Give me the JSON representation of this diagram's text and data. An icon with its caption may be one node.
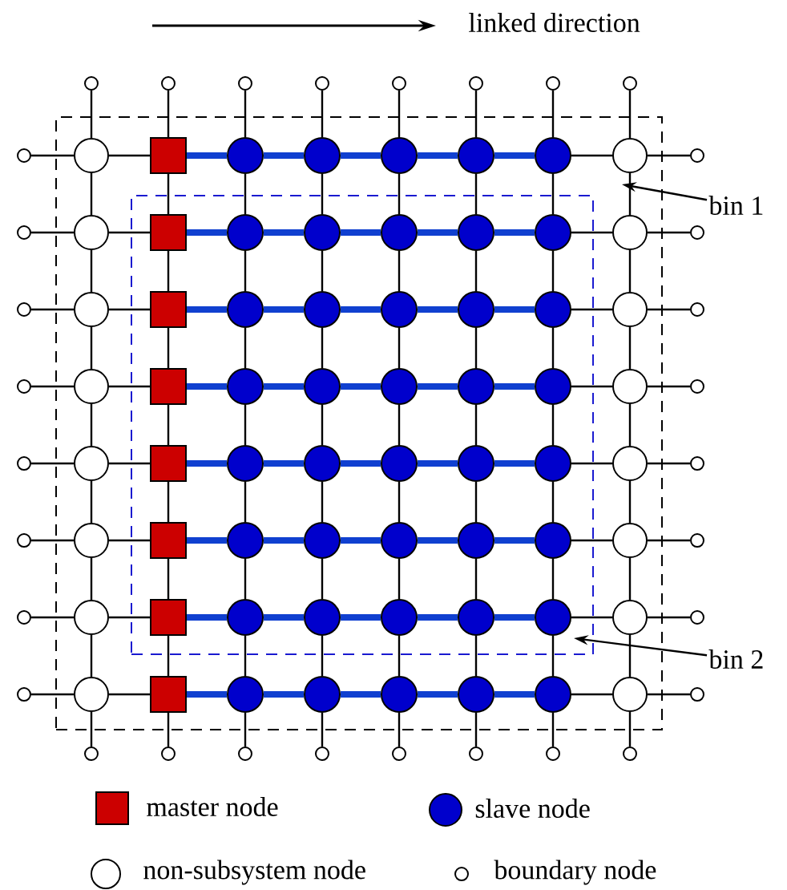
{
  "diagram": {
    "nodes": [
      {
        "text": [],
        "shape": "box"
      },
      {
        "text": [],
        "shape": "box",
        "in": 0
      },
      {
        "text": [],
        "shape": "circle",
        "in": 0
      },
      {
        "text": [],
        "shape": "box",
        "in": 0
      },
      {
        "text": [],
        "shape": "circle",
        "in": 0
      },
      {
        "text": [],
        "shape": "circle",
        "in": 0
      },
      {
        "text": [],
        "shape": "circle",
        "in": 0
      },
      {
        "text": [],
        "shape": "circle",
        "in": 0
      },
      {
        "text": [],
        "shape": "circle",
        "in": 0
      },
      {
        "text": [],
        "shape": "circle",
        "in": 0
      },
      {
        "text": [],
        "shape": "circle",
        "in": 0
      },
      {
        "text": [],
        "shape": "box",
        "in": 1
      },
      {
        "text": [],
        "shape": "circle",
        "in": 1
      },
      {
        "text": [],
        "shape": "circle",
        "in": 1
      },
      {
        "text": [],
        "shape": "circle",
        "in": 1
      },
      {
        "text": [],
        "shape": "circle",
        "in": 1
      },
      {
        "text": [],
        "shape": "circle",
        "in": 1
      },
      {
        "text": [],
        "shape": "circle",
        "in": 0
      },
      {
        "text": [],
        "shape": "circle",
        "in": 0
      },
      {
        "text": [],
        "shape": "box",
        "in": 1
      },
      {
        "text": [],
        "shape": "circle",
        "in": 1
      },
      {
        "text": [],
        "shape": "circle",
        "in": 1
      },
      {
        "text": [],
        "shape": "circle",
        "in": 1
      },
      {
        "text": [],
        "shape": "circle",
        "in": 1
      },
      {
        "text": [],
        "shape": "circle",
        "in": 1
      },
      {
        "text": [],
        "shape": "circle",
        "in": 0
      },
      {
        "text": [],
        "shape": "circle",
        "in": 0
      },
      {
        "text": [],
        "shape": "box",
        "in": 1
      },
      {
        "text": [],
        "shape": "circle",
        "in": 1
      },
      {
        "text": [],
        "shape": "circle",
        "in": 1
      },
      {
        "text": [],
        "shape": "circle",
        "in": 1
      },
      {
        "text": [],
        "shape": "circle",
        "in": 1
      },
      {
        "text": [],
        "shape": "circle",
        "in": 1
      },
      {
        "text": [],
        "shape": "circle",
        "in": 0
      },
      {
        "text": [],
        "shape": "circle",
        "in": 0
      },
      {
        "text": [],
        "shape": "box",
        "in": 1
      },
      {
        "text": [],
        "shape": "circle",
        "in": 1
      },
      {
        "text": [],
        "shape": "circle",
        "in": 1
      },
      {
        "text": [],
        "shape": "circle",
        "in": 1
      },
      {
        "text": [],
        "shape": "circle",
        "in": 1
      },
      {
        "text": [],
        "shape": "circle",
        "in": 1
      },
      {
        "text": [],
        "shape": "circle",
        "in": 0
      },
      {
        "text": [],
        "shape": "circle",
        "in": 0
      },
      {
        "text": [],
        "shape": "box",
        "in": 1
      },
      {
        "text": [],
        "shape": "circle",
        "in": 1
      },
      {
        "text": [],
        "shape": "circle",
        "in": 1
      },
      {
        "text": [],
        "shape": "circle",
        "in": 1
      },
      {
        "text": [],
        "shape": "circle",
        "in": 1
      },
      {
        "text": [],
        "shape": "circle",
        "in": 1
      },
      {
        "text": [],
        "shape": "circle",
        "in": 0
      },
      {
        "text": [],
        "shape": "circle",
        "in": 0
      },
      {
        "text": [],
        "shape": "box",
        "in": 1
      },
      {
        "text": [],
        "shape": "circle",
        "in": 1
      },
      {
        "text": [],
        "shape": "circle",
        "in": 1
      },
      {
        "text": [],
        "shape": "circle",
        "in": 1
      },
      {
        "text": [],
        "shape": "circle",
        "in": 1
      },
      {
        "text": [],
        "shape": "circle",
        "in": 1
      },
      {
        "text": [],
        "shape": "circle",
        "in": 0
      },
      {
        "text": [],
        "shape": "circle",
        "in": 0
      },
      {
        "text": [],
        "shape": "box",
        "in": 0
      },
      {
        "text": [],
        "shape": "circle",
        "in": 0
      },
      {
        "text": [],
        "shape": "circle",
        "in": 0
      },
      {
        "text": [],
        "shape": "circle",
        "in": 0
      },
      {
        "text": [],
        "shape": "circle",
        "in": 0
      },
      {
        "text": [],
        "shape": "circle",
        "in": 0
      },
      {
        "text": [],
        "shape": "circle",
        "in": 0
      },
      {
        "text": [],
        "shape": "circle"
      },
      {
        "text": [],
        "shape": "circle"
      },
      {
        "text": [],
        "shape": "circle"
      },
      {
        "text": [],
        "shape": "circle"
      },
      {
        "text": [],
        "shape": "circle"
      },
      {
        "text": [],
        "shape": "circle"
      },
      {
        "text": [],
        "shape": "circle"
      },
      {
        "text": [],
        "shape": "circle"
      },
      {
        "text": [],
        "shape": "circle"
      },
      {
        "text": [],
        "shape": "circle"
      },
      {
        "text": [],
        "shape": "circle"
      },
      {
        "text": [],
        "shape": "circle"
      },
      {
        "text": [],
        "shape": "circle"
      },
      {
        "text": [],
        "shape": "circle"
      },
      {
        "text": [],
        "shape": "circle"
      },
      {
        "text": [],
        "shape": "circle"
      },
      {
        "text": [],
        "shape": "circle"
      },
      {
        "text": [],
        "shape": "circle"
      },
      {
        "text": [],
        "shape": "circle"
      },
      {
        "text": [],
        "shape": "circle"
      },
      {
        "text": [],
        "shape": "circle"
      },
      {
        "text": [],
        "shape": "circle"
      },
      {
        "text": [],
        "shape": "circle"
      },
      {
        "text": [],
        "shape": "circle"
      },
      {
        "text": [],
        "shape": "circle"
      },
      {
        "text": [],
        "shape": "circle"
      },
      {
        "text": [],
        "shape": "circle"
      },
      {
        "text": [],
        "shape": "circle"
      },
      {
        "text": [],
        "shape": "circle"
      },
      {
        "text": [],
        "shape": "circle"
      },
      {
        "text": [],
        "shape": "circle"
      },
      {
        "text": [],
        "shape": "circle"
      },
      {
        "text": [
          "bin 1"
        ]
      },
      {
        "text": [
          "bin 2"
        ]
      }
    ],
    "edges": [
      {
        "from": 98,
        "to": 0,
        "arrow": "to"
      },
      {
        "from": 99,
        "to": 1,
        "arrow": "to"
      },
      {
        "from": 74,
        "to": 2,
        "arrow": "none"
      },
      {
        "from": 2,
        "to": 3,
        "arrow": "none"
      },
      {
        "from": 3,
        "to": 4,
        "arrow": "none",
        "style": "thick",
        "color": "#1040d0"
      },
      {
        "from": 4,
        "to": 5,
        "arrow": "none",
        "style": "thick",
        "color": "#1040d0"
      },
      {
        "from": 5,
        "to": 6,
        "arrow": "none",
        "style": "thick",
        "color": "#1040d0"
      },
      {
        "from": 6,
        "to": 7,
        "arrow": "none",
        "style": "thick",
        "color": "#1040d0"
      },
      {
        "from": 7,
        "to": 8,
        "arrow": "none",
        "style": "thick",
        "color": "#1040d0"
      },
      {
        "from": 8,
        "to": 9,
        "arrow": "none"
      },
      {
        "from": 9,
        "to": 82,
        "arrow": "none"
      },
      {
        "from": 75,
        "to": 10,
        "arrow": "none"
      },
      {
        "from": 10,
        "to": 11,
        "arrow": "none"
      },
      {
        "from": 11,
        "to": 12,
        "arrow": "none",
        "style": "thick",
        "color": "#1040d0"
      },
      {
        "from": 12,
        "to": 13,
        "arrow": "none",
        "style": "thick",
        "color": "#1040d0"
      },
      {
        "from": 13,
        "to": 14,
        "arrow": "none",
        "style": "thick",
        "color": "#1040d0"
      },
      {
        "from": 14,
        "to": 15,
        "arrow": "none",
        "style": "thick",
        "color": "#1040d0"
      },
      {
        "from": 15,
        "to": 16,
        "arrow": "none",
        "style": "thick",
        "color": "#1040d0"
      },
      {
        "from": 16,
        "to": 17,
        "arrow": "none"
      },
      {
        "from": 17,
        "to": 83,
        "arrow": "none"
      },
      {
        "from": 76,
        "to": 18,
        "arrow": "none"
      },
      {
        "from": 18,
        "to": 19,
        "arrow": "none"
      },
      {
        "from": 19,
        "to": 20,
        "arrow": "none",
        "style": "thick",
        "color": "#1040d0"
      },
      {
        "from": 20,
        "to": 21,
        "arrow": "none",
        "style": "thick",
        "color": "#1040d0"
      },
      {
        "from": 21,
        "to": 22,
        "arrow": "none",
        "style": "thick",
        "color": "#1040d0"
      },
      {
        "from": 22,
        "to": 23,
        "arrow": "none",
        "style": "thick",
        "color": "#1040d0"
      },
      {
        "from": 23,
        "to": 24,
        "arrow": "none",
        "style": "thick",
        "color": "#1040d0"
      },
      {
        "from": 24,
        "to": 25,
        "arrow": "none"
      },
      {
        "from": 25,
        "to": 84,
        "arrow": "none"
      },
      {
        "from": 77,
        "to": 26,
        "arrow": "none"
      },
      {
        "from": 26,
        "to": 27,
        "arrow": "none"
      },
      {
        "from": 27,
        "to": 28,
        "arrow": "none",
        "style": "thick",
        "color": "#1040d0"
      },
      {
        "from": 28,
        "to": 29,
        "arrow": "none",
        "style": "thick",
        "color": "#1040d0"
      },
      {
        "from": 29,
        "to": 30,
        "arrow": "none",
        "style": "thick",
        "color": "#1040d0"
      },
      {
        "from": 30,
        "to": 31,
        "arrow": "none",
        "style": "thick",
        "color": "#1040d0"
      },
      {
        "from": 31,
        "to": 32,
        "arrow": "none",
        "style": "thick",
        "color": "#1040d0"
      },
      {
        "from": 32,
        "to": 33,
        "arrow": "none"
      },
      {
        "from": 33,
        "to": 85,
        "arrow": "none"
      },
      {
        "from": 78,
        "to": 34,
        "arrow": "none"
      },
      {
        "from": 34,
        "to": 35,
        "arrow": "none"
      },
      {
        "from": 35,
        "to": 36,
        "arrow": "none",
        "style": "thick",
        "color": "#1040d0"
      },
      {
        "from": 36,
        "to": 37,
        "arrow": "none",
        "style": "thick",
        "color": "#1040d0"
      },
      {
        "from": 37,
        "to": 38,
        "arrow": "none",
        "style": "thick",
        "color": "#1040d0"
      },
      {
        "from": 38,
        "to": 39,
        "arrow": "none",
        "style": "thick",
        "color": "#1040d0"
      },
      {
        "from": 39,
        "to": 40,
        "arrow": "none",
        "style": "thick",
        "color": "#1040d0"
      },
      {
        "from": 40,
        "to": 41,
        "arrow": "none"
      },
      {
        "from": 41,
        "to": 86,
        "arrow": "none"
      },
      {
        "from": 79,
        "to": 42,
        "arrow": "none"
      },
      {
        "from": 42,
        "to": 43,
        "arrow": "none"
      },
      {
        "from": 43,
        "to": 44,
        "arrow": "none",
        "style": "thick",
        "color": "#1040d0"
      },
      {
        "from": 44,
        "to": 45,
        "arrow": "none",
        "style": "thick",
        "color": "#1040d0"
      },
      {
        "from": 45,
        "to": 46,
        "arrow": "none",
        "style": "thick",
        "color": "#1040d0"
      },
      {
        "from": 46,
        "to": 47,
        "arrow": "none",
        "style": "thick",
        "color": "#1040d0"
      },
      {
        "from": 47,
        "to": 48,
        "arrow": "none",
        "style": "thick",
        "color": "#1040d0"
      },
      {
        "from": 48,
        "to": 49,
        "arrow": "none"
      },
      {
        "from": 49,
        "to": 87,
        "arrow": "none"
      },
      {
        "from": 80,
        "to": 50,
        "arrow": "none"
      },
      {
        "from": 50,
        "to": 51,
        "arrow": "none"
      },
      {
        "from": 51,
        "to": 52,
        "arrow": "none",
        "style": "thick",
        "color": "#1040d0"
      },
      {
        "from": 52,
        "to": 53,
        "arrow": "none",
        "style": "thick",
        "color": "#1040d0"
      },
      {
        "from": 53,
        "to": 54,
        "arrow": "none",
        "style": "thick",
        "color": "#1040d0"
      },
      {
        "from": 54,
        "to": 55,
        "arrow": "none",
        "style": "thick",
        "color": "#1040d0"
      },
      {
        "from": 55,
        "to": 56,
        "arrow": "none",
        "style": "thick",
        "color": "#1040d0"
      },
      {
        "from": 56,
        "to": 57,
        "arrow": "none"
      },
      {
        "from": 57,
        "to": 88,
        "arrow": "none"
      },
      {
        "from": 81,
        "to": 58,
        "arrow": "none"
      },
      {
        "from": 58,
        "to": 59,
        "arrow": "none"
      },
      {
        "from": 59,
        "to": 60,
        "arrow": "none",
        "style": "thick",
        "color": "#1040d0"
      },
      {
        "from": 60,
        "to": 61,
        "arrow": "none",
        "style": "thick",
        "color": "#1040d0"
      },
      {
        "from": 61,
        "to": 62,
        "arrow": "none",
        "style": "thick",
        "color": "#1040d0"
      },
      {
        "from": 62,
        "to": 63,
        "arrow": "none",
        "style": "thick",
        "color": "#1040d0"
      },
      {
        "from": 63,
        "to": 64,
        "arrow": "none",
        "style": "thick",
        "color": "#1040d0"
      },
      {
        "from": 64,
        "to": 65,
        "arrow": "none"
      },
      {
        "from": 65,
        "to": 89,
        "arrow": "none"
      },
      {
        "from": 66,
        "to": 2,
        "arrow": "none"
      },
      {
        "from": 2,
        "to": 10,
        "arrow": "none"
      },
      {
        "from": 10,
        "to": 18,
        "arrow": "none"
      },
      {
        "from": 18,
        "to": 26,
        "arrow": "none"
      },
      {
        "from": 26,
        "to": 34,
        "arrow": "none"
      },
      {
        "from": 34,
        "to": 42,
        "arrow": "none"
      },
      {
        "from": 42,
        "to": 50,
        "arrow": "none"
      },
      {
        "from": 50,
        "to": 58,
        "arrow": "none"
      },
      {
        "from": 58,
        "to": 90,
        "arrow": "none"
      },
      {
        "from": 67,
        "to": 3,
        "arrow": "none"
      },
      {
        "from": 3,
        "to": 11,
        "arrow": "none"
      },
      {
        "from": 11,
        "to": 19,
        "arrow": "none"
      },
      {
        "from": 19,
        "to": 27,
        "arrow": "none"
      },
      {
        "from": 27,
        "to": 35,
        "arrow": "none"
      },
      {
        "from": 35,
        "to": 43,
        "arrow": "none"
      },
      {
        "from": 43,
        "to": 51,
        "arrow": "none"
      },
      {
        "from": 51,
        "to": 59,
        "arrow": "none"
      },
      {
        "from": 59,
        "to": 91,
        "arrow": "none"
      },
      {
        "from": 68,
        "to": 4,
        "arrow": "none"
      },
      {
        "from": 4,
        "to": 12,
        "arrow": "none"
      },
      {
        "from": 12,
        "to": 20,
        "arrow": "none"
      },
      {
        "from": 20,
        "to": 28,
        "arrow": "none"
      },
      {
        "from": 28,
        "to": 36,
        "arrow": "none"
      },
      {
        "from": 36,
        "to": 44,
        "arrow": "none"
      },
      {
        "from": 44,
        "to": 52,
        "arrow": "none"
      },
      {
        "from": 52,
        "to": 60,
        "arrow": "none"
      },
      {
        "from": 60,
        "to": 92,
        "arrow": "none"
      },
      {
        "from": 69,
        "to": 5,
        "arrow": "none"
      },
      {
        "from": 5,
        "to": 13,
        "arrow": "none"
      },
      {
        "from": 13,
        "to": 21,
        "arrow": "none"
      },
      {
        "from": 21,
        "to": 29,
        "arrow": "none"
      },
      {
        "from": 29,
        "to": 37,
        "arrow": "none"
      },
      {
        "from": 37,
        "to": 45,
        "arrow": "none"
      },
      {
        "from": 45,
        "to": 53,
        "arrow": "none"
      },
      {
        "from": 53,
        "to": 61,
        "arrow": "none"
      },
      {
        "from": 61,
        "to": 93,
        "arrow": "none"
      },
      {
        "from": 70,
        "to": 6,
        "arrow": "none"
      },
      {
        "from": 6,
        "to": 14,
        "arrow": "none"
      },
      {
        "from": 14,
        "to": 22,
        "arrow": "none"
      },
      {
        "from": 22,
        "to": 30,
        "arrow": "none"
      },
      {
        "from": 30,
        "to": 38,
        "arrow": "none"
      },
      {
        "from": 38,
        "to": 46,
        "arrow": "none"
      },
      {
        "from": 46,
        "to": 54,
        "arrow": "none"
      },
      {
        "from": 54,
        "to": 62,
        "arrow": "none"
      },
      {
        "from": 62,
        "to": 94,
        "arrow": "none"
      },
      {
        "from": 71,
        "to": 7,
        "arrow": "none"
      },
      {
        "from": 7,
        "to": 15,
        "arrow": "none"
      },
      {
        "from": 15,
        "to": 23,
        "arrow": "none"
      },
      {
        "from": 23,
        "to": 31,
        "arrow": "none"
      },
      {
        "from": 31,
        "to": 39,
        "arrow": "none"
      },
      {
        "from": 39,
        "to": 47,
        "arrow": "none"
      },
      {
        "from": 47,
        "to": 55,
        "arrow": "none"
      },
      {
        "from": 55,
        "to": 63,
        "arrow": "none"
      },
      {
        "from": 63,
        "to": 95,
        "arrow": "none"
      },
      {
        "from": 72,
        "to": 8,
        "arrow": "none"
      },
      {
        "from": 8,
        "to": 16,
        "arrow": "none"
      },
      {
        "from": 16,
        "to": 24,
        "arrow": "none"
      },
      {
        "from": 24,
        "to": 32,
        "arrow": "none"
      },
      {
        "from": 32,
        "to": 40,
        "arrow": "none"
      },
      {
        "from": 40,
        "to": 48,
        "arrow": "none"
      },
      {
        "from": 48,
        "to": 56,
        "arrow": "none"
      },
      {
        "from": 56,
        "to": 64,
        "arrow": "none"
      },
      {
        "from": 64,
        "to": 96,
        "arrow": "none"
      },
      {
        "from": 73,
        "to": 9,
        "arrow": "none"
      },
      {
        "from": 9,
        "to": 17,
        "arrow": "none"
      },
      {
        "from": 17,
        "to": 25,
        "arrow": "none"
      },
      {
        "from": 25,
        "to": 33,
        "arrow": "none"
      },
      {
        "from": 33,
        "to": 41,
        "arrow": "none"
      },
      {
        "from": 41,
        "to": 49,
        "arrow": "none"
      },
      {
        "from": 49,
        "to": 57,
        "arrow": "none"
      },
      {
        "from": 57,
        "to": 65,
        "arrow": "none"
      },
      {
        "from": 65,
        "to": 97,
        "arrow": "none"
      }
    ],
    "labels": [
      "linked direction"
    ],
    "legend": [
      {
        "text": "master node"
      },
      {
        "text": "slave node"
      },
      {
        "text": "non-subsystem node"
      },
      {
        "text": "boundary node"
      }
    ]
  }
}
